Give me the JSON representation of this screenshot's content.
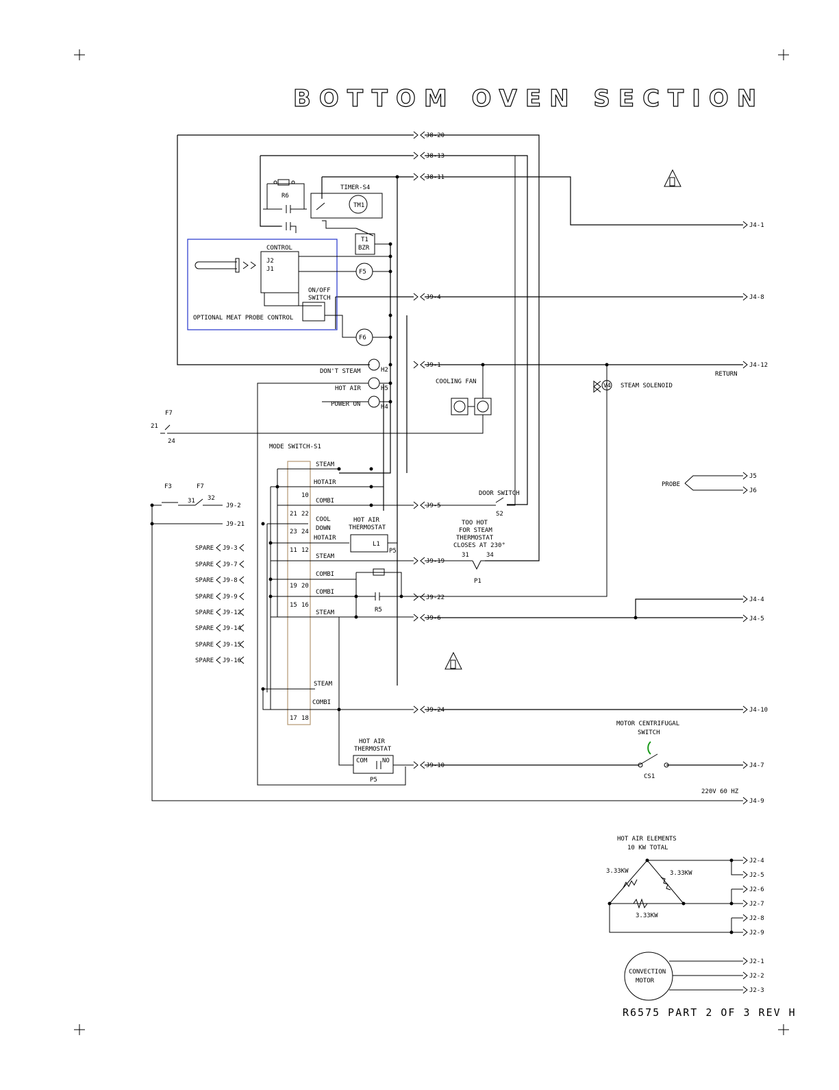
{
  "title": "BOTTOM OVEN SECTION",
  "revision": "R6575 PART 2 OF 3 REV H",
  "connectors_left": {
    "j8_20": "J8-20",
    "j8_13": "J8-13",
    "j8_11": "J8-11",
    "j9_4": "J9-4",
    "j9_1": "J9-1",
    "j9_5": "J9-5",
    "j9_19": "J9-19",
    "j9_22": "J9-22",
    "j9_6": "J9-6",
    "j9_24": "J9-24",
    "j9_10": "J9-10",
    "j9_2": "J9-2",
    "j9_21": "J9-21"
  },
  "connectors_right": {
    "j4_1": "J4-1",
    "j4_8": "J4-8",
    "j4_12": "J4-12",
    "j5": "J5",
    "j6": "J6",
    "j4_4": "J4-4",
    "j4_5": "J4-5",
    "j4_10": "J4-10",
    "j4_7": "J4-7",
    "j4_9": "J4-9",
    "j2_4": "J2-4",
    "j2_5": "J2-5",
    "j2_6": "J2-6",
    "j2_7": "J2-7",
    "j2_8": "J2-8",
    "j2_9": "J2-9",
    "j2_1": "J2-1",
    "j2_2": "J2-2",
    "j2_3": "J2-3"
  },
  "spares": [
    {
      "label": "SPARE",
      "pin": "J9-3"
    },
    {
      "label": "SPARE",
      "pin": "J9-7"
    },
    {
      "label": "SPARE",
      "pin": "J9-8"
    },
    {
      "label": "SPARE",
      "pin": "J9-9"
    },
    {
      "label": "SPARE",
      "pin": "J9-12"
    },
    {
      "label": "SPARE",
      "pin": "J9-14"
    },
    {
      "label": "SPARE",
      "pin": "J9-15"
    },
    {
      "label": "SPARE",
      "pin": "J9-16"
    }
  ],
  "components": {
    "timer": "TIMER-S4",
    "tm1": "TM1",
    "r6": "R6",
    "t1": "T1",
    "bzr": "BZR",
    "control": "CONTROL",
    "j2": "J2",
    "j1": "J1",
    "f5": "F5",
    "f6": "F6",
    "onoff_1": "ON/OFF",
    "onoff_2": "SWITCH",
    "probe_control": "OPTIONAL MEAT PROBE CONTROL",
    "dont_steam": "DON'T STEAM",
    "h2": "H2",
    "hot_air": "HOT AIR",
    "h5": "H5",
    "power_on": "POWER ON",
    "h4": "H4",
    "cooling_fan": "COOLING FAN",
    "steam_solenoid": "STEAM SOLENOID",
    "v4": "V4",
    "return": "RETURN",
    "f7": "F7",
    "f7_21": "21",
    "f7_24": "24",
    "f3": "F3",
    "f7b": "F7",
    "f7b_31": "31",
    "f7b_32": "32",
    "mode_switch": "MODE SWITCH-S1",
    "door_switch": "DOOR SWITCH",
    "s2": "S2",
    "probe": "PROBE",
    "hot_air_thermostat_1": "HOT AIR",
    "hot_air_thermostat_2": "THERMOSTAT",
    "l1": "L1",
    "p5": "P5",
    "too_hot_1": "TOO HOT",
    "too_hot_2": "FOR STEAM",
    "too_hot_3": "THERMOSTAT",
    "too_hot_4": "CLOSES AT 230°",
    "p1_31": "31",
    "p1_34": "34",
    "p1": "P1",
    "r5": "R5",
    "motor_cs_1": "MOTOR CENTRIFUGAL",
    "motor_cs_2": "SWITCH",
    "cs1": "CS1",
    "hat2_1": "HOT AIR",
    "hat2_2": "THERMOSTAT",
    "com": "COM",
    "no": "NO",
    "p5b": "P5",
    "supply": "220V 60 HZ",
    "elements_1": "HOT AIR ELEMENTS",
    "elements_2": "10 KW TOTAL",
    "kw_a": "3.33KW",
    "kw_b": "3.33KW",
    "kw_c": "3.33KW",
    "motor_1": "CONVECTION",
    "motor_2": "MOTOR"
  },
  "mode_switch_labels": [
    "STEAM",
    "HOTAIR",
    "COMBI",
    "COOL",
    "DOWN",
    "HOTAIR",
    "STEAM",
    "COMBI",
    "COMBI",
    "STEAM",
    "STEAM",
    "COMBI"
  ],
  "mode_switch_pins": [
    "10",
    "21",
    "22",
    "23",
    "24",
    "11",
    "12",
    "19",
    "20",
    "15",
    "16",
    "17",
    "18"
  ],
  "colors": {
    "probe_box": "#2233cc",
    "switch_strip": "#b39670",
    "cs_green": "#1a9a1a"
  }
}
